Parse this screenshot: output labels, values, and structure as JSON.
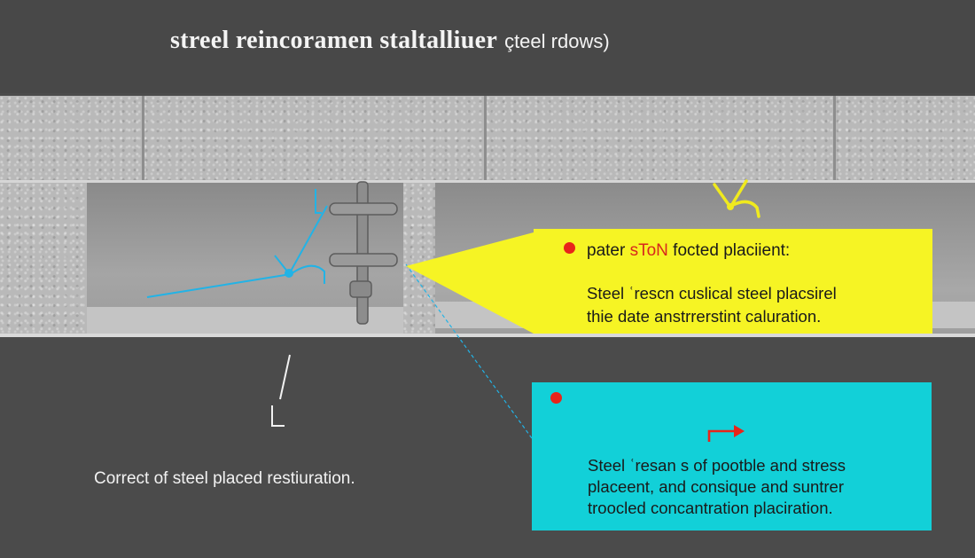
{
  "title": {
    "main": "streel reincoramen staltalliuer",
    "sub": "çteel rdows)"
  },
  "callout_top": {
    "heading_lead": "pater",
    "heading_highlight": "sToN",
    "heading_trail": "focted placiient:",
    "line1": "Steel ʿrescn cuslical steel placsirel",
    "line2": "thie date anstrrerstint caluration."
  },
  "callout_bottom": {
    "line1": "Steel ʿresan s  of pootble and stress",
    "line2": "placeent, and consique and suntrer",
    "line3": "troocled concantration placiration."
  },
  "caption": "Correct of steel placed restiuration.",
  "colors": {
    "background": "#4b4b4b",
    "concrete": "#b9b9b9",
    "callout_yellow": "#f6f424",
    "callout_cyan": "#12d0d8",
    "marker_red": "#e8241a",
    "highlight_red": "#d8281c",
    "leader_blue": "#22b3e6",
    "yellow_mark": "#f0ea1e",
    "steel": "#8d8d8d"
  },
  "icons": {
    "callout_marker": "red-dot-icon",
    "arrow": "right-arrow-icon"
  }
}
